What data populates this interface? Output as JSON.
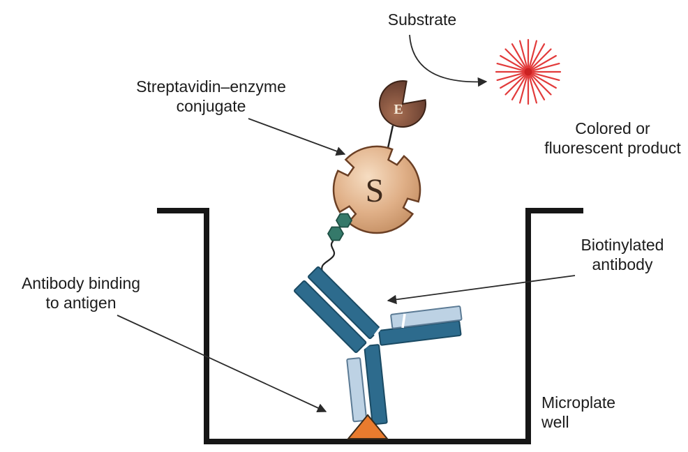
{
  "figure": {
    "type": "scientific-diagram",
    "subject": "ELISA streptavidin-biotin enzyme detection in a microplate well"
  },
  "labels": {
    "substrate": "Substrate",
    "conjugate": [
      "Streptavidin–enzyme",
      "conjugate"
    ],
    "product": [
      "Colored or",
      "fluorescent product"
    ],
    "biotinylated_antibody": [
      "Biotinylated",
      "antibody"
    ],
    "antibody_binding": [
      "Antibody binding",
      "to antigen"
    ],
    "microplate_well": [
      "Microplate",
      "well"
    ],
    "enzyme_letter": "E",
    "streptavidin_letter": "S"
  },
  "colors": {
    "text": "#1c1c1c",
    "outline": "#161616",
    "arrow": "#2a2a2a",
    "antibody_dark": "#2d6b8d",
    "antibody_light": "#bdd2e4",
    "streptavidin_tan": "#ddae83",
    "enzyme_brown": "#7a4a38",
    "biotin_green": "#35796a",
    "antigen_orange": "#e97b2e",
    "starburst_red": "#e23b3b"
  }
}
